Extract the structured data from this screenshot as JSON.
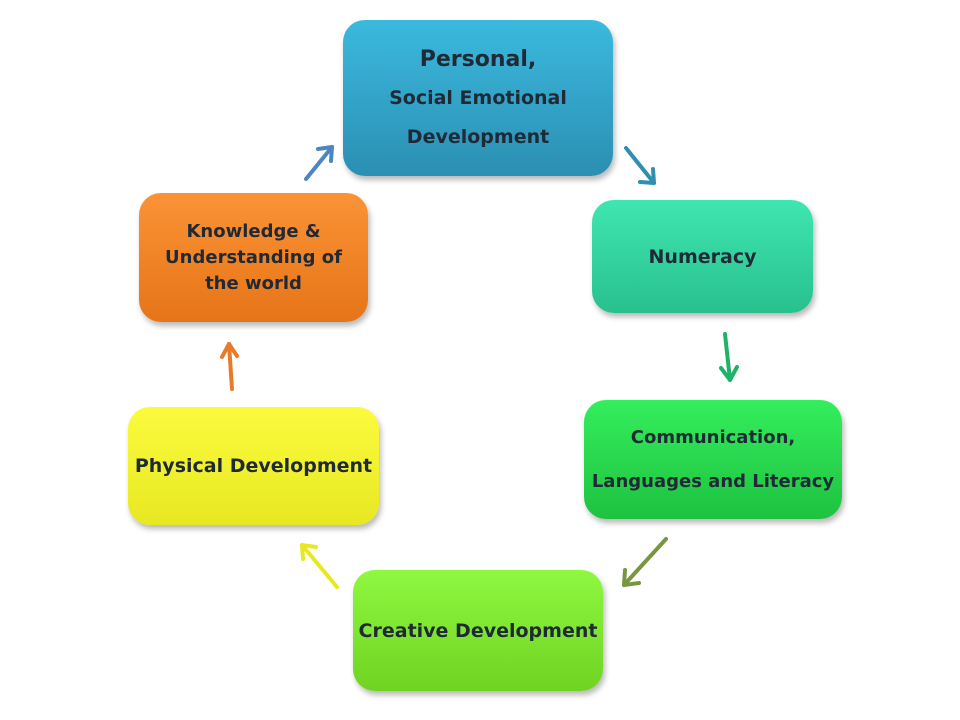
{
  "nodes": {
    "personal": {
      "line1": "Personal,",
      "line2": "Social Emotional",
      "line3": "Development"
    },
    "numeracy": {
      "label": "Numeracy"
    },
    "communication": {
      "line1": "Communication,",
      "line2": "Languages and Literacy"
    },
    "creative": {
      "label": "Creative Development"
    },
    "physical": {
      "label": "Physical Development"
    },
    "knowledge": {
      "label": "Knowledge & Understanding of the world"
    }
  },
  "colors": {
    "personal": "#33a8cf",
    "numeracy": "#34d8a0",
    "communication": "#27d94e",
    "creative": "#80e830",
    "physical": "#f2f22c",
    "knowledge": "#f28426",
    "arrow_personal_to_numeracy": "#2f8fb0",
    "arrow_numeracy_to_communication": "#1fb36a",
    "arrow_communication_to_creative": "#78963e",
    "arrow_creative_to_physical": "#e8e822",
    "arrow_physical_to_knowledge": "#e87a2a",
    "arrow_knowledge_to_personal": "#4a86c0"
  }
}
